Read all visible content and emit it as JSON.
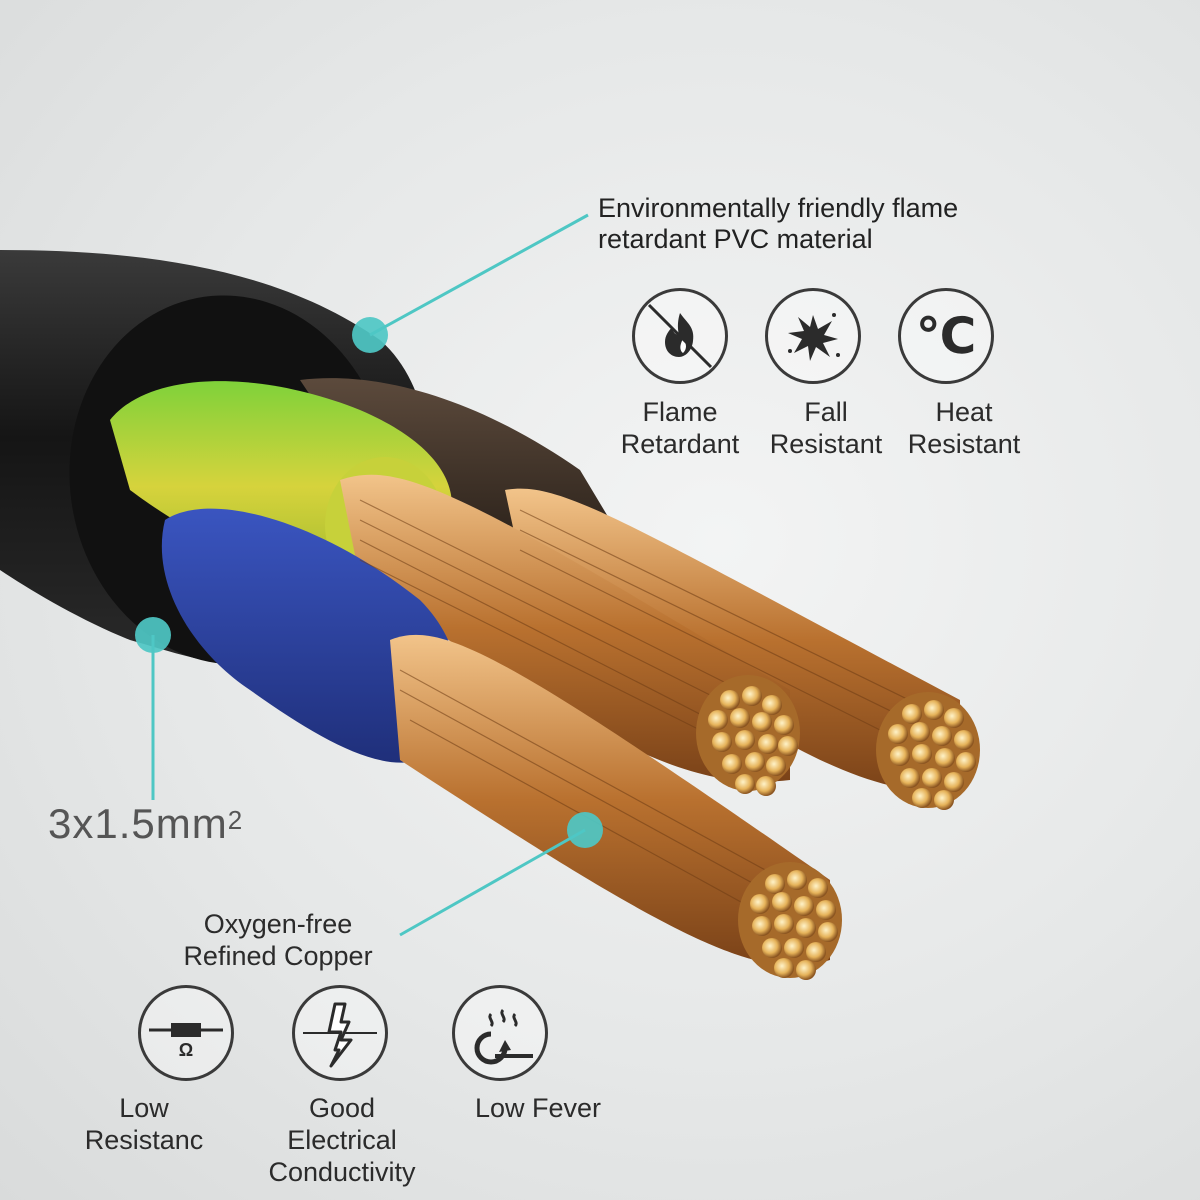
{
  "pvc_label": {
    "line1": "Environmentally friendly flame",
    "line2": "retardant PVC material"
  },
  "cross_section": {
    "prefix": "3x1.5mm",
    "superscript": "2"
  },
  "copper_label": {
    "line1": "Oxygen-free",
    "line2": "Refined Copper"
  },
  "top_features": [
    {
      "icon": "flame-retardant-icon",
      "line1": "Flame",
      "line2": "Retardant"
    },
    {
      "icon": "fall-resistant-icon",
      "line1": "Fall",
      "line2": "Resistant"
    },
    {
      "icon": "heat-resistant-icon",
      "line1": "Heat",
      "line2": "Resistant",
      "symbol": "℃"
    }
  ],
  "bottom_features": [
    {
      "icon": "resistor-icon",
      "line1": "Low",
      "line2": "Resistanc",
      "symbol": "Ω"
    },
    {
      "icon": "lightning-icon",
      "line1": "Good",
      "line2": "Electrical",
      "line3": "Conductivity"
    },
    {
      "icon": "heat-wave-icon",
      "line1": "Low Fever"
    }
  ],
  "colors": {
    "accent": "#4ec7c4",
    "jacket": "#1b1b1b",
    "wire_yellow_green": "#c9d23a",
    "wire_brown": "#4a3a2e",
    "wire_blue": "#2f4aa8",
    "copper": "#c98a4a"
  }
}
